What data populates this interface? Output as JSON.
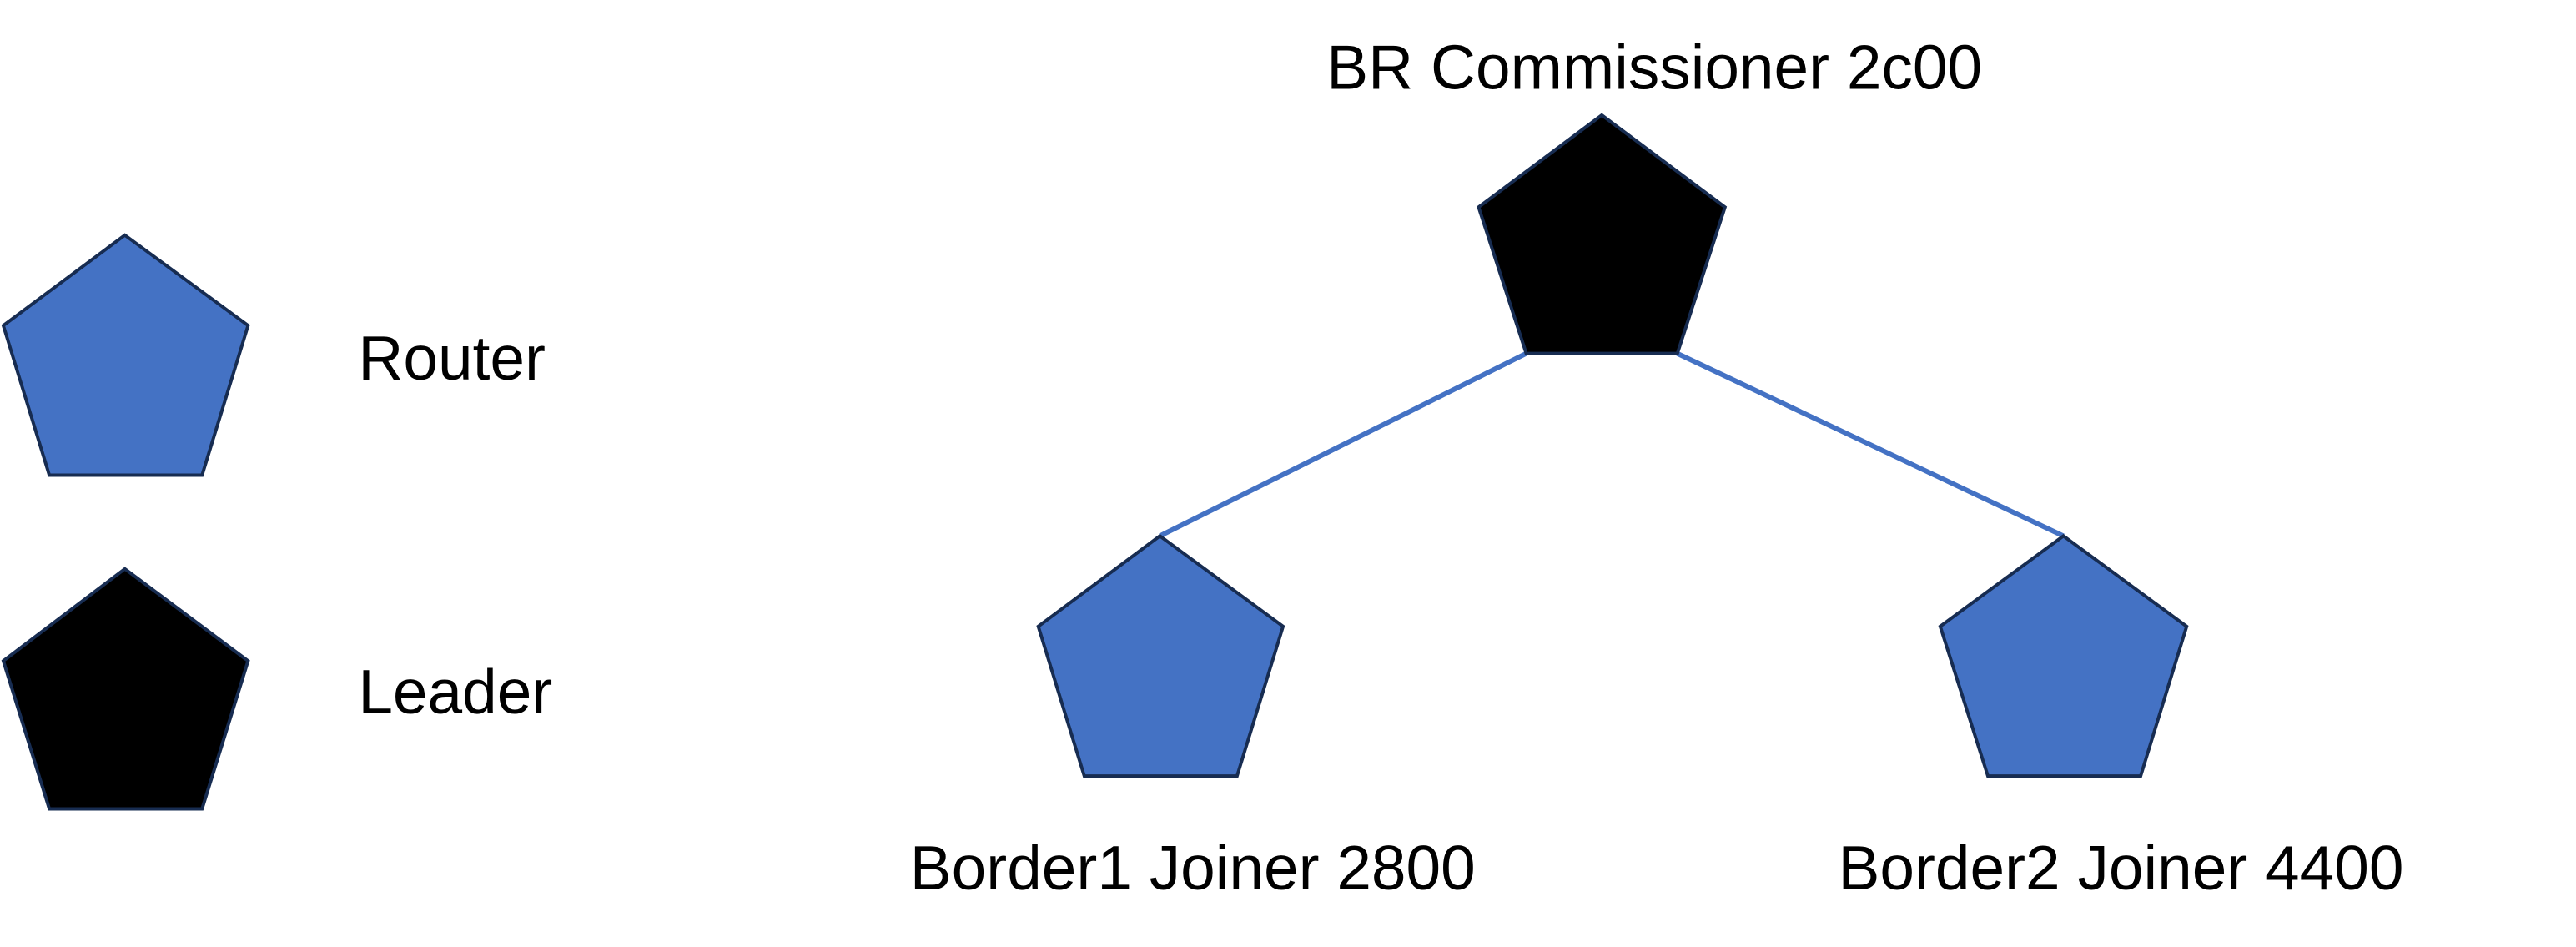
{
  "legend": {
    "items": [
      {
        "label": "Router",
        "shape": "pentagon",
        "fill": "#4472C4"
      },
      {
        "label": "Leader",
        "shape": "pentagon",
        "fill": "#000000"
      }
    ]
  },
  "topology": {
    "nodes": [
      {
        "id": "commissioner",
        "label": "BR Commissioner 2c00",
        "role": "Leader",
        "fill": "#000000"
      },
      {
        "id": "border1",
        "label": "Border1 Joiner 2800",
        "role": "Router",
        "fill": "#4472C4"
      },
      {
        "id": "border2",
        "label": "Border2 Joiner 4400",
        "role": "Router",
        "fill": "#4472C4"
      }
    ],
    "links": [
      {
        "from": "commissioner",
        "to": "border1"
      },
      {
        "from": "commissioner",
        "to": "border2"
      }
    ]
  },
  "colors": {
    "router_fill": "#4472C4",
    "leader_fill": "#000000",
    "shape_outline": "#172C51",
    "link": "#4472C4",
    "background": "#FFFFFF"
  }
}
